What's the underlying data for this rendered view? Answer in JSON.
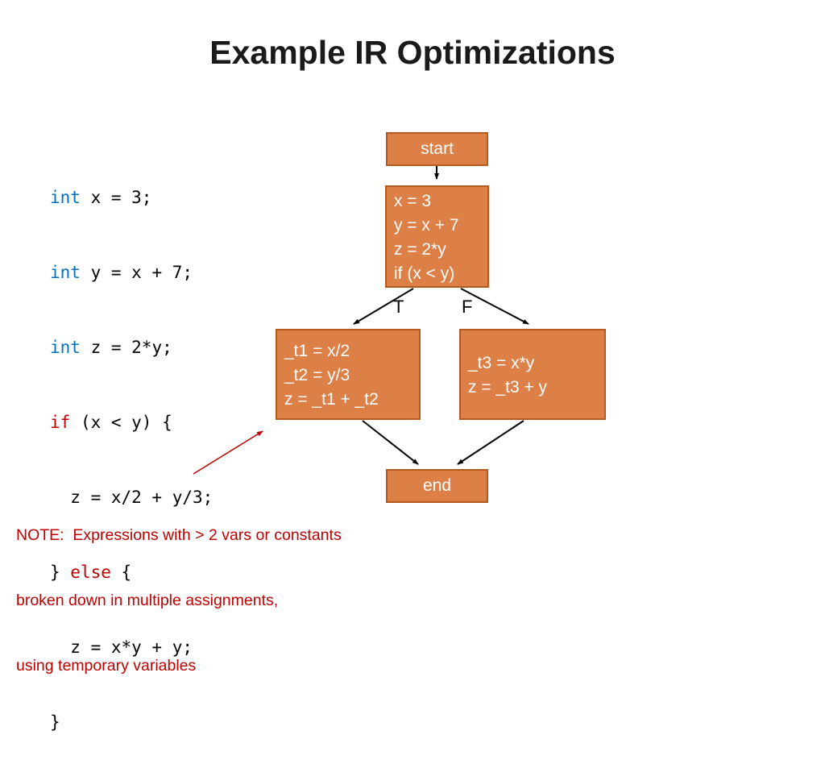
{
  "title": "Example IR Optimizations",
  "code": {
    "line1": {
      "kw": "int",
      "rest": " x = 3;"
    },
    "line2": {
      "kw": "int",
      "rest": " y = x + 7;"
    },
    "line3": {
      "kw": "int",
      "rest": " z = 2*y;"
    },
    "line4": {
      "kw": "if",
      "rest": " (x < y) {"
    },
    "line5": {
      "rest": "  z = x/2 + y/3;"
    },
    "line6": {
      "pre": "} ",
      "kw": "else",
      "rest": " {"
    },
    "line7": {
      "rest": "  z = x*y + y;"
    },
    "line8": {
      "rest": "}"
    }
  },
  "flowchart": {
    "start_label": "start",
    "cond_block": {
      "lines": [
        "x = 3",
        "y = x + 7",
        "z = 2*y",
        "if (x < y)"
      ]
    },
    "true_label": "T",
    "false_label": "F",
    "true_block": {
      "lines": [
        "_t1 = x/2",
        "_t2 = y/3",
        "z = _t1 + _t2"
      ]
    },
    "false_block": {
      "lines": [
        "_t3 = x*y",
        "z = _t3 + y"
      ]
    },
    "end_label": "end"
  },
  "note": {
    "line1": "NOTE:  Expressions with > 2 vars or constants",
    "line2": "broken down in multiple assignments,",
    "line3": "using temporary variables"
  },
  "colors": {
    "box_fill": "#DD8047",
    "box_border": "#B35A1F",
    "kw_type": "#0070C0",
    "kw_ctrl": "#C00000",
    "note": "#C00000",
    "arrow": "#000000"
  }
}
